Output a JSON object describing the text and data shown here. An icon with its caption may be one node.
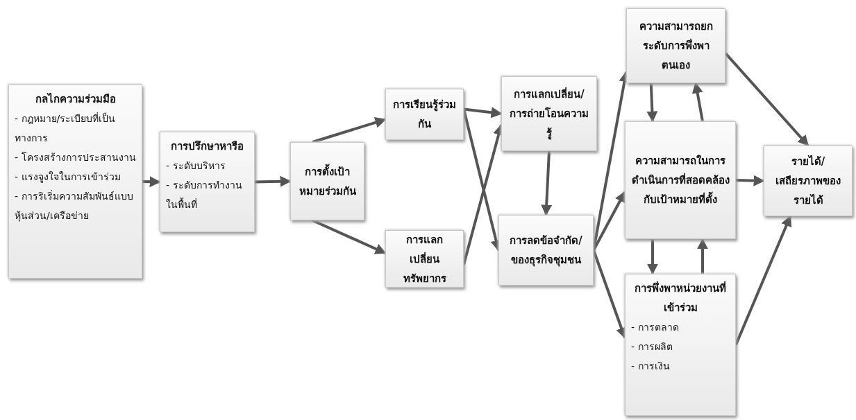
{
  "diagram": {
    "nodes": [
      {
        "text": [
          "กลไกความร่วมมือ",
          "- กฎหมาย/ระเบียบที่เป็นทางการ",
          "- โครงสร้างการประสานงาน",
          "- แรงจูงใจในการเข้าร่วม",
          "- การริเริ่มความสัมพันธ์แบบหุ้นส่วน/เครือข่าย"
        ]
      },
      {
        "text": [
          "การปรึกษาหารือ",
          "- ระดับบริหาร",
          "- ระดับการทำงานในพื้นที่"
        ]
      },
      {
        "text": [
          "การตั้งเป้าหมายร่วมกัน"
        ]
      },
      {
        "text": [
          "การเรียนรู้ร่วมกัน"
        ]
      },
      {
        "text": [
          "การแลกเปลี่ยนทรัพยากร"
        ]
      },
      {
        "text": [
          "การแลกเปลี่ยน/การถ่ายโอนความรู้"
        ]
      },
      {
        "text": [
          "การลดข้อจำกัด/ของธุรกิจชุมชน"
        ]
      },
      {
        "text": [
          "ความสามารถยกระดับการพึ่งพาตนเอง"
        ]
      },
      {
        "text": [
          "ความสามารถในการดำเนินการที่สอดคล้องกับเป้าหมายที่ตั้ง"
        ]
      },
      {
        "text": [
          "การพึ่งพาหน่วยงานที่เข้าร่วม",
          "- การตลาด",
          "- การผลิต",
          "- การเงิน"
        ]
      },
      {
        "text": [
          "รายได้/เสถียรภาพของรายได้"
        ]
      }
    ],
    "edges": [
      {
        "from": 0,
        "to": 1,
        "arrow": "to"
      },
      {
        "from": 1,
        "to": 2,
        "arrow": "to"
      },
      {
        "from": 2,
        "to": 3,
        "arrow": "to"
      },
      {
        "from": 2,
        "to": 4,
        "arrow": "to"
      },
      {
        "from": 3,
        "to": 5,
        "arrow": "to"
      },
      {
        "from": 3,
        "to": 6,
        "arrow": "to"
      },
      {
        "from": 4,
        "to": 5,
        "arrow": "to"
      },
      {
        "from": 5,
        "to": 6,
        "arrow": "to"
      },
      {
        "from": 6,
        "to": 7,
        "arrow": "to"
      },
      {
        "from": 6,
        "to": 8,
        "arrow": "to"
      },
      {
        "from": 6,
        "to": 9,
        "arrow": "to"
      },
      {
        "from": 7,
        "to": 8,
        "arrow": "to"
      },
      {
        "from": 8,
        "to": 7,
        "arrow": "to"
      },
      {
        "from": 8,
        "to": 9,
        "arrow": "to"
      },
      {
        "from": 9,
        "to": 8,
        "arrow": "to"
      },
      {
        "from": 7,
        "to": 10,
        "arrow": "to"
      },
      {
        "from": 8,
        "to": 10,
        "arrow": "to"
      },
      {
        "from": 9,
        "to": 10,
        "arrow": "to"
      }
    ]
  }
}
